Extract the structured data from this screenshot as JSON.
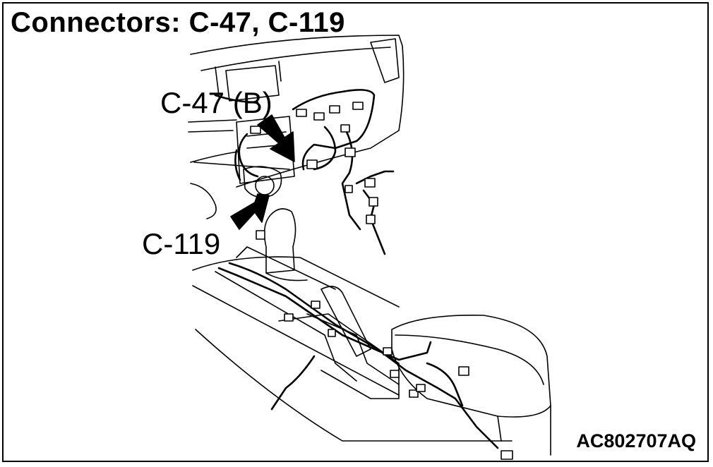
{
  "figure": {
    "title": "Connectors: C-47, C-119",
    "callouts": {
      "c47": "C-47 (B)",
      "c119": "C-119"
    },
    "code": "AC802707AQ"
  }
}
